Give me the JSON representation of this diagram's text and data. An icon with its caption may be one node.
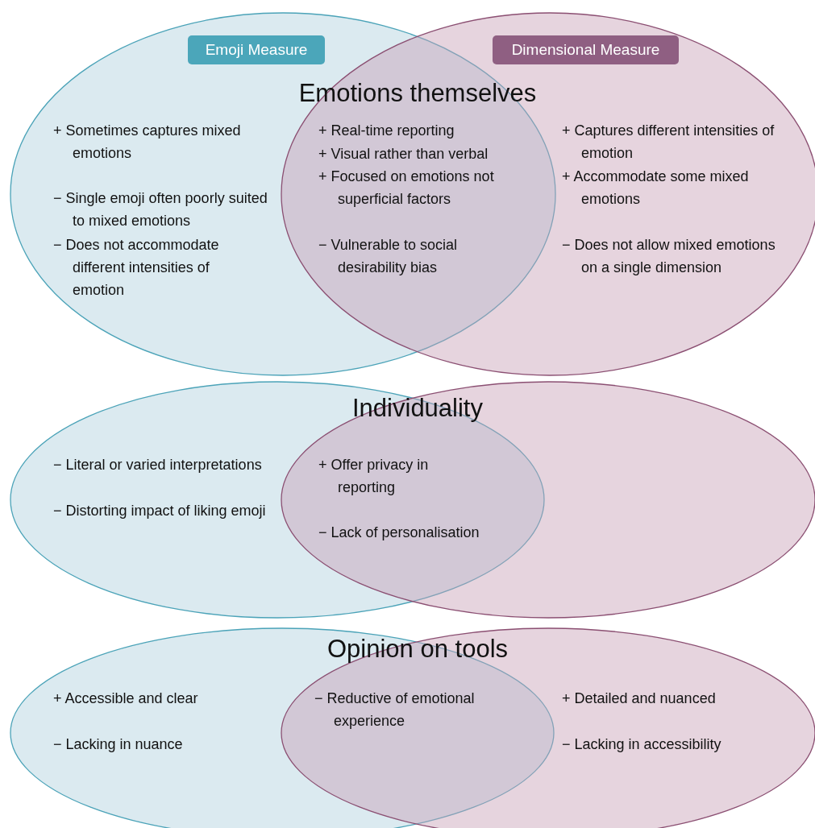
{
  "diagram": {
    "nodes": [
      {
        "text": [
          "+ Sometimes captures mixed emotions",
          "− Single emoji often poorly suited to mixed emotions",
          "− Does not accommodate different intensities of emotion"
        ]
      },
      {
        "text": [
          "Emoji Measure"
        ],
        "in": 0
      },
      {
        "text": [
          "+ Captures different intensities of emotion",
          "+ Accommodate some mixed emotions",
          "− Does not allow mixed emotions on a single dimension"
        ]
      },
      {
        "text": [
          "Dimensional Measure"
        ],
        "in": 2
      },
      {
        "text": [
          "− Literal or varied interpretations",
          "− Distorting impact of liking emoji"
        ]
      },
      {
        "text": [],
        "shape": "ellipse"
      },
      {
        "text": [
          "+ Accessible and clear",
          "− Lacking in nuance"
        ]
      },
      {
        "text": [
          "+ Detailed and nuanced",
          "− Lacking in accessibility"
        ]
      }
    ],
    "edges": [],
    "labels": [
      "Emotions themselves",
      "+ Real-time reporting",
      "+ Visual rather than verbal",
      "+ Focused on emotions not superficial factors",
      "− Vulnerable to social desirability bias",
      "Individuality",
      "+ Offer privacy in reporting",
      "− Lack of personalisation",
      "Opinion on tools",
      "− Reductive of emotional experience"
    ]
  }
}
